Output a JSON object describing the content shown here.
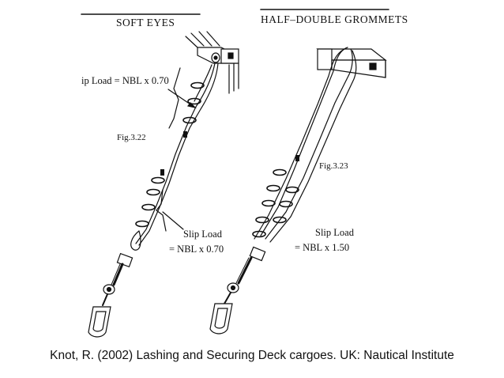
{
  "figure": {
    "left_title": "SOFT EYES",
    "right_title": "HALF–DOUBLE GROMMETS",
    "slip_load_top": "ip Load  =  NBL x 0.70",
    "fig_left": "Fig.3.22",
    "fig_right": "Fig.3.23",
    "slip_load_left_line1": "Slip Load",
    "slip_load_left_line2": "=  NBL  x  0.70",
    "slip_load_right_line1": "Slip Load",
    "slip_load_right_line2": "=  NBL  x  1.50"
  },
  "caption": "Knot, R. (2002) Lashing and Securing Deck cargoes. UK: Nautical Institute"
}
